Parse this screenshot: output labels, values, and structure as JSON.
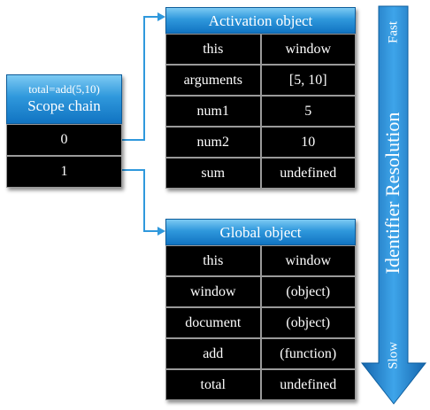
{
  "scope_chain": {
    "call_label": "total=add(5,10)",
    "title": "Scope chain",
    "slots": [
      "0",
      "1"
    ]
  },
  "activation_object": {
    "title": "Activation object",
    "rows": [
      {
        "key": "this",
        "value": "window"
      },
      {
        "key": "arguments",
        "value": "[5, 10]"
      },
      {
        "key": "num1",
        "value": "5"
      },
      {
        "key": "num2",
        "value": "10"
      },
      {
        "key": "sum",
        "value": "undefined"
      }
    ]
  },
  "global_object": {
    "title": "Global object",
    "rows": [
      {
        "key": "this",
        "value": "window"
      },
      {
        "key": "window",
        "value": "(object)"
      },
      {
        "key": "document",
        "value": "(object)"
      },
      {
        "key": "add",
        "value": "(function)"
      },
      {
        "key": "total",
        "value": "undefined"
      }
    ]
  },
  "resolution_arrow": {
    "label": "Identifier Resolution",
    "top_label": "Fast",
    "bottom_label": "Slow"
  },
  "colors": {
    "header_top": "#7ccaf3",
    "header_bottom": "#1174c2",
    "cell_bg": "#000000",
    "connector": "#2f98dc",
    "arrow_fill": "#1a7fcf"
  }
}
